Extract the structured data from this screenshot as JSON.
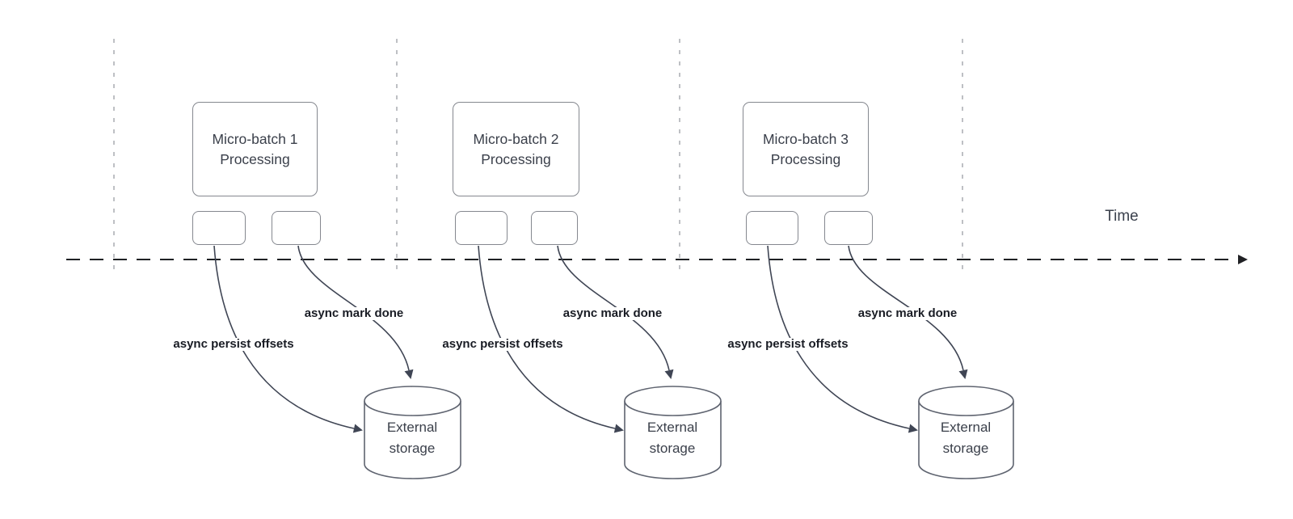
{
  "diagram": {
    "time_axis_label": "Time",
    "groups": [
      {
        "box_label": "Micro-batch 1\nProcessing",
        "persist_label": "async persist offsets",
        "done_label": "async mark done",
        "storage_label": "External\nstorage"
      },
      {
        "box_label": "Micro-batch 2\nProcessing",
        "persist_label": "async persist offsets",
        "done_label": "async mark done",
        "storage_label": "External\nstorage"
      },
      {
        "box_label": "Micro-batch 3\nProcessing",
        "persist_label": "async persist offsets",
        "done_label": "async mark done",
        "storage_label": "External\nstorage"
      }
    ]
  },
  "colors": {
    "bg": "#ffffff",
    "guide": "#a9abb0",
    "timeline": "#202124",
    "shape-stroke": "#85888f",
    "cyl-stroke": "#5f6470",
    "arrow": "#3f4554",
    "box-text": "#3b404b",
    "label-text": "#191c24",
    "time-text": "#3b414d"
  }
}
